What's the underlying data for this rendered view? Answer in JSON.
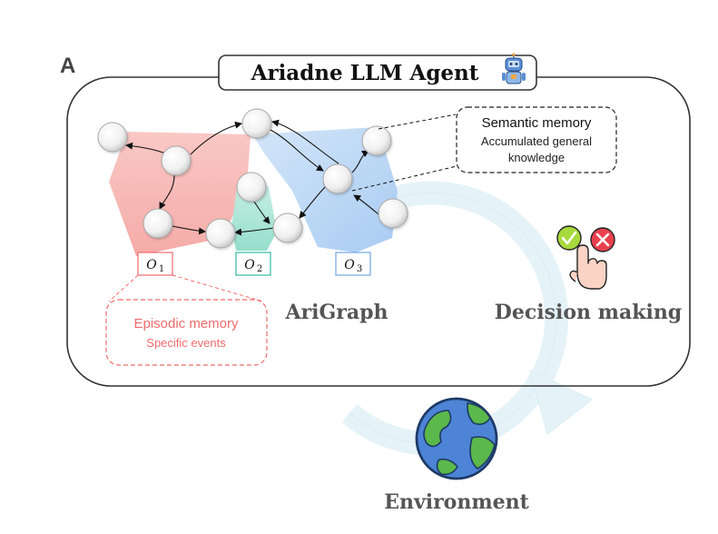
{
  "panel": {
    "letter": "A"
  },
  "agent": {
    "title": "Ariadne LLM Agent"
  },
  "semantic": {
    "title": "Semantic memory",
    "line1": "Accumulated general",
    "line2": "knowledge"
  },
  "episodic": {
    "title": "Episodic memory",
    "subtitle": "Specific events"
  },
  "graph_label": "AriGraph",
  "decision_label": "Decision making",
  "environment_label": "Environment",
  "observations": [
    {
      "letter": "O",
      "index": "1"
    },
    {
      "letter": "O",
      "index": "2"
    },
    {
      "letter": "O",
      "index": "3"
    }
  ],
  "icons": {
    "agent": "robot-icon",
    "decision": "check-cross-hand-icon",
    "environment": "globe-icon"
  },
  "colors": {
    "episodic": "#f06b6b",
    "episodic_fill": "#f7b7b4",
    "obs2": "#35b7a3",
    "obs2_fill": "#9be0cf",
    "semantic_fill": "#a9cdf4",
    "obs3": "#6fa6e6",
    "cycle": "#e4f3f8"
  }
}
